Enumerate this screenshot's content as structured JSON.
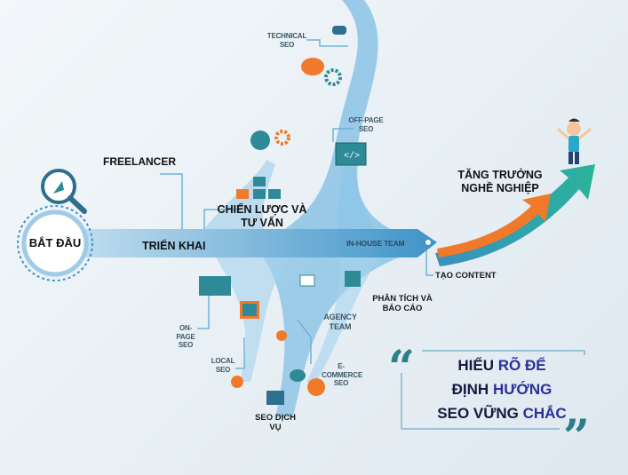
{
  "start": {
    "label": "BẮT ĐẦU"
  },
  "main_path": {
    "label": "TRIỂN KHAI",
    "end_label": "IN-HOUSE TEAM"
  },
  "branches": {
    "freelancer": "FREELANCER",
    "strategy": "CHIẾN LƯỢC VÀ TƯ VẤN",
    "technical_seo": "TECHNICAL SEO",
    "off_page_seo": "OFF-PAGE SEO",
    "on_page_seo": "ON-PAGE SEO",
    "local_seo": "LOCAL SEO",
    "seo_service": "SEO DỊCH VỤ",
    "ecommerce_seo": "E-COMMERCE SEO",
    "agency_team": "AGENCY TEAM",
    "analytics": "PHÂN TÍCH VÀ BÁO CÁO",
    "content": "TẠO CONTENT"
  },
  "goal": {
    "label": "TĂNG TRƯỞNG NGHỀ NGHIỆP"
  },
  "quote": {
    "line1_a": "HIỂU",
    "line1_b": "RÕ ĐỂ",
    "line2_a": "ĐỊNH",
    "line2_b": "HƯỚNG",
    "line3_a": "SEO VỮNG",
    "line3_b": "CHẮC"
  },
  "colors": {
    "stream": "#5aaad6",
    "teal": "#2e8a96",
    "orange": "#f07a2a",
    "navy": "#16193f",
    "indigo": "#2b2f9a"
  }
}
